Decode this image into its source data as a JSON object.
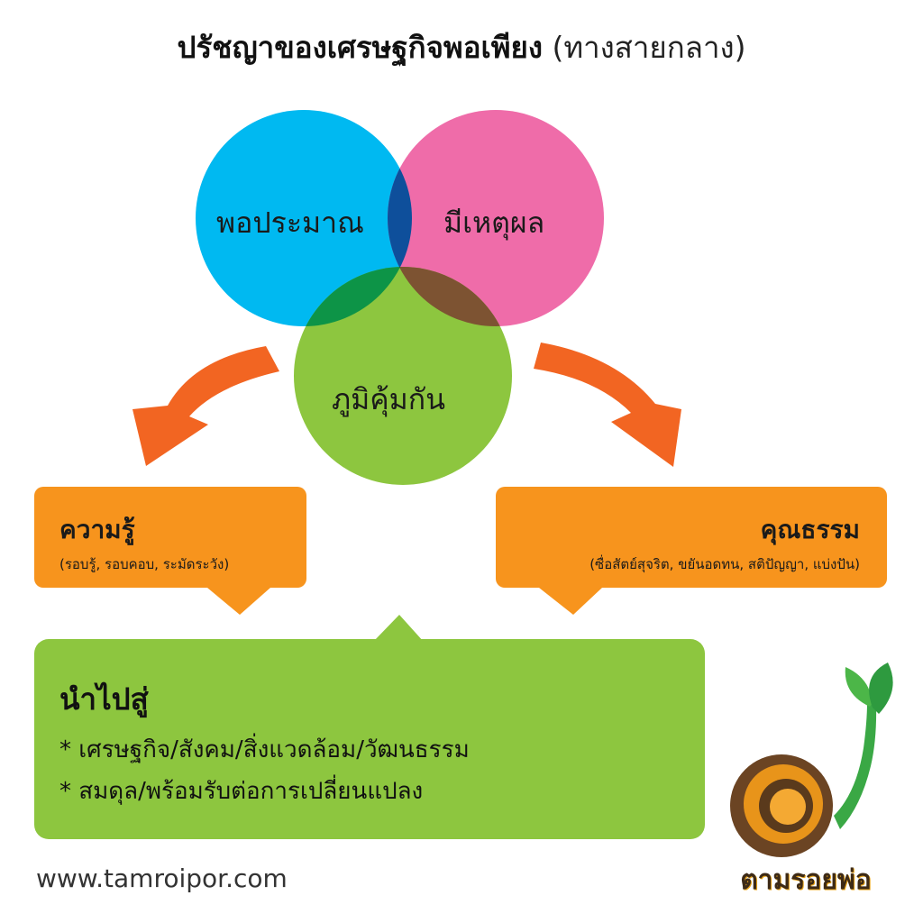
{
  "title": {
    "main": "ปรัชญาของเศรษฐกิจพอเพียง",
    "sub": " (ทางสายกลาง)"
  },
  "venn": {
    "left": {
      "label": "พอประมาณ",
      "color": "#00b9f1"
    },
    "right": {
      "label": "มีเหตุผล",
      "color": "#ef6ca9"
    },
    "bottom": {
      "label": "ภูมิคุ้มกัน",
      "color": "#8dc63f"
    }
  },
  "arrow_color": "#f26522",
  "knowledge": {
    "title": "ความรู้",
    "detail": "(รอบรู้, รอบคอบ, ระมัดระวัง)"
  },
  "morality": {
    "title": "คุณธรรม",
    "detail": "(ซื่อสัตย์สุจริต, ขยันอดทน, สติปัญญา, แบ่งปัน)"
  },
  "outcome": {
    "title": "นำไปสู่",
    "items": [
      "* เศรษฐกิจ/สังคม/สิ่งแวดล้อม/วัฒนธรรม",
      "* สมดุล/พร้อมรับต่อการเปลี่ยนแปลง"
    ]
  },
  "footer": {
    "website": "www.tamroipor.com",
    "logo_text": "ตามรอยพ่อ"
  }
}
